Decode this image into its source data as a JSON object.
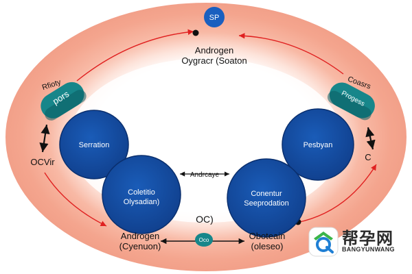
{
  "labels": {
    "top_circle": "SP",
    "top_label_line1": "Androgen",
    "top_label_line2": "Oygracr (Soaton",
    "left_top_label": "Rfioty",
    "left_pill": "pors",
    "left_side_label": "OCVir",
    "right_top_label": "Coasrs",
    "right_pill": "Progess",
    "right_side_label": "C",
    "circle_left_upper": "Serration",
    "circle_right_upper": "Pesbyan",
    "circle_left_lower_line1": "Coletitio",
    "circle_left_lower_line2": "Olysadian)",
    "circle_right_lower_line1": "Conentur",
    "circle_right_lower_line2": "Seeprodation",
    "middle_arrow_label": "Andrcaye",
    "center_label": "OC)",
    "bottom_pill": "Oco",
    "bottom_left_line1": "Androgen",
    "bottom_left_line2": "(Cyenuon)",
    "bottom_right_line1": "Oboteain",
    "bottom_right_line2": "(oleseo)"
  },
  "watermark": {
    "title": "帮孕网",
    "subtitle": "BANGYUNWANG"
  },
  "colors": {
    "ring_outer": "#f4a58e",
    "ring_inner_glow": "#fde3da",
    "circle_fill": "#1550a6",
    "circle_stroke": "#0a2f6e",
    "pill_fill": "#17868a",
    "pill_dark": "#0b5d62",
    "arrow_red": "#e02020",
    "arrow_black": "#111111"
  }
}
